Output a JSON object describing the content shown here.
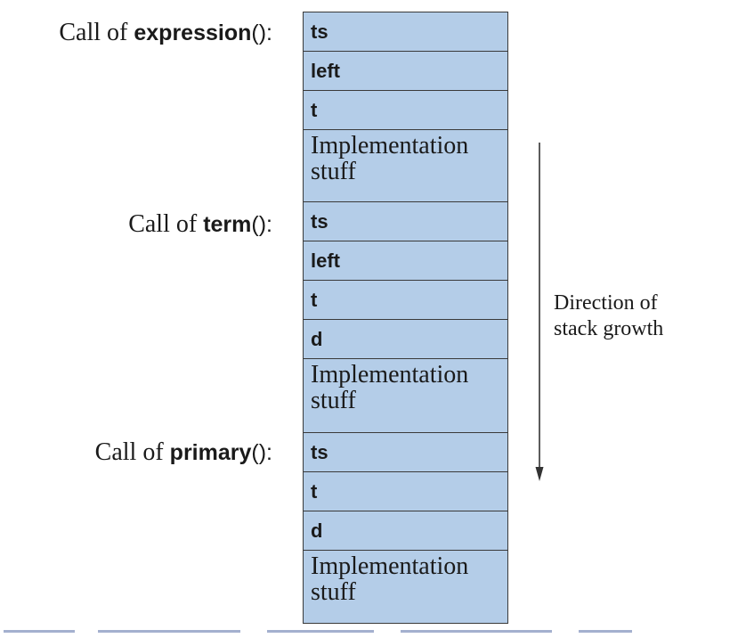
{
  "calls": [
    {
      "prefix": "Call of ",
      "function": "expression",
      "suffix": "():"
    },
    {
      "prefix": "Call of ",
      "function": "term",
      "suffix": "():"
    },
    {
      "prefix": "Call of ",
      "function": "primary",
      "suffix": "():"
    }
  ],
  "stack": [
    {
      "text": "ts",
      "kind": "var"
    },
    {
      "text": "left",
      "kind": "var"
    },
    {
      "text": "t",
      "kind": "var"
    },
    {
      "text": "Implementation\nstuff",
      "kind": "impl"
    },
    {
      "text": "ts",
      "kind": "var"
    },
    {
      "text": "left",
      "kind": "var"
    },
    {
      "text": "t",
      "kind": "var"
    },
    {
      "text": "d",
      "kind": "var"
    },
    {
      "text": "Implementation\nstuff",
      "kind": "impl"
    },
    {
      "text": "ts",
      "kind": "var"
    },
    {
      "text": "t",
      "kind": "var"
    },
    {
      "text": "d",
      "kind": "var"
    },
    {
      "text": "Implementation\nstuff",
      "kind": "impl"
    }
  ],
  "growth_label": "Direction of\nstack growth",
  "colors": {
    "cell_fill": "#b4cde8",
    "cell_border": "#3a3a3a",
    "text": "#1a1a1a"
  }
}
